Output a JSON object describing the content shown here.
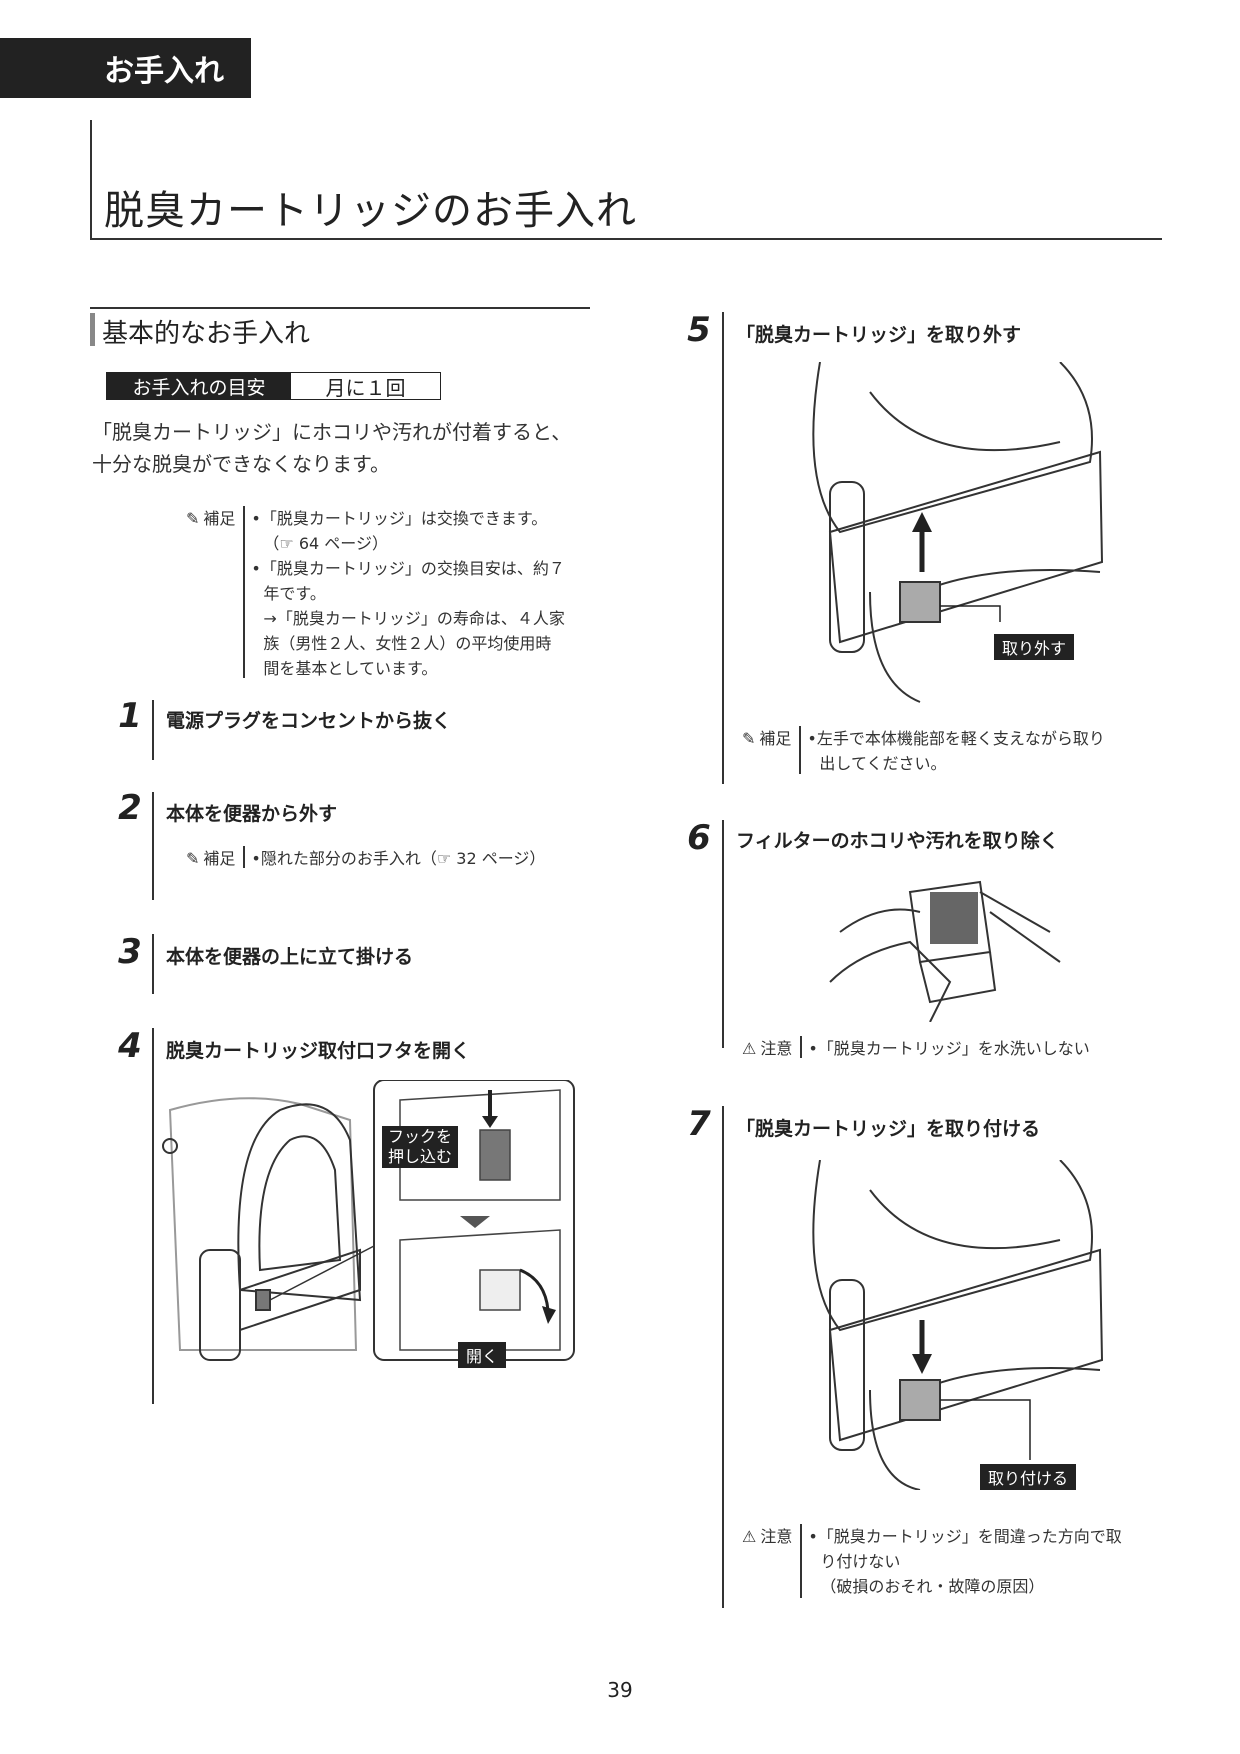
{
  "header": {
    "section_tab": "お手入れ",
    "title": "脱臭カートリッジのお手入れ"
  },
  "basic": {
    "heading": "基本的なお手入れ",
    "guide_label": "お手入れの目安",
    "guide_value": "月に１回",
    "intro_1": "「脱臭カートリッジ」にホコリや汚れが付着すると、",
    "intro_2": "十分な脱臭ができなくなります。"
  },
  "note_main": {
    "label": "補足",
    "lines": [
      "•「脱臭カートリッジ」は交換できます。",
      "（☞ 64 ページ）",
      "•「脱臭カートリッジ」の交換目安は、約７",
      "年です。",
      "→「脱臭カートリッジ」の寿命は、４人家",
      "族（男性２人、女性２人）の平均使用時",
      "間を基本としています。"
    ]
  },
  "steps": [
    {
      "num": "1",
      "title": "電源プラグをコンセントから抜く"
    },
    {
      "num": "2",
      "title": "本体を便器から外す",
      "note_label": "補足",
      "note": "•隠れた部分のお手入れ（☞ 32 ページ）"
    },
    {
      "num": "3",
      "title": "本体を便器の上に立て掛ける"
    },
    {
      "num": "4",
      "title": "脱臭カートリッジ取付口フタを開く",
      "callout_1": "フックを",
      "callout_2": "押し込む",
      "callout_open": "開く"
    },
    {
      "num": "5",
      "title": "「脱臭カートリッジ」を取り外す",
      "callout": "取り外す",
      "note_label": "補足",
      "note_lines": [
        "•左手で本体機能部を軽く支えながら取り",
        "出してください。"
      ]
    },
    {
      "num": "6",
      "title": "フィルターのホコリや汚れを取り除く",
      "note_label": "注意",
      "note": "•「脱臭カートリッジ」を水洗いしない"
    },
    {
      "num": "7",
      "title": "「脱臭カートリッジ」を取り付ける",
      "callout": "取り付ける",
      "note_label": "注意",
      "note_lines": [
        "•「脱臭カートリッジ」を間違った方向で取",
        "り付けない",
        "（破損のおそれ・故障の原因）"
      ]
    }
  ],
  "page_number": "39"
}
